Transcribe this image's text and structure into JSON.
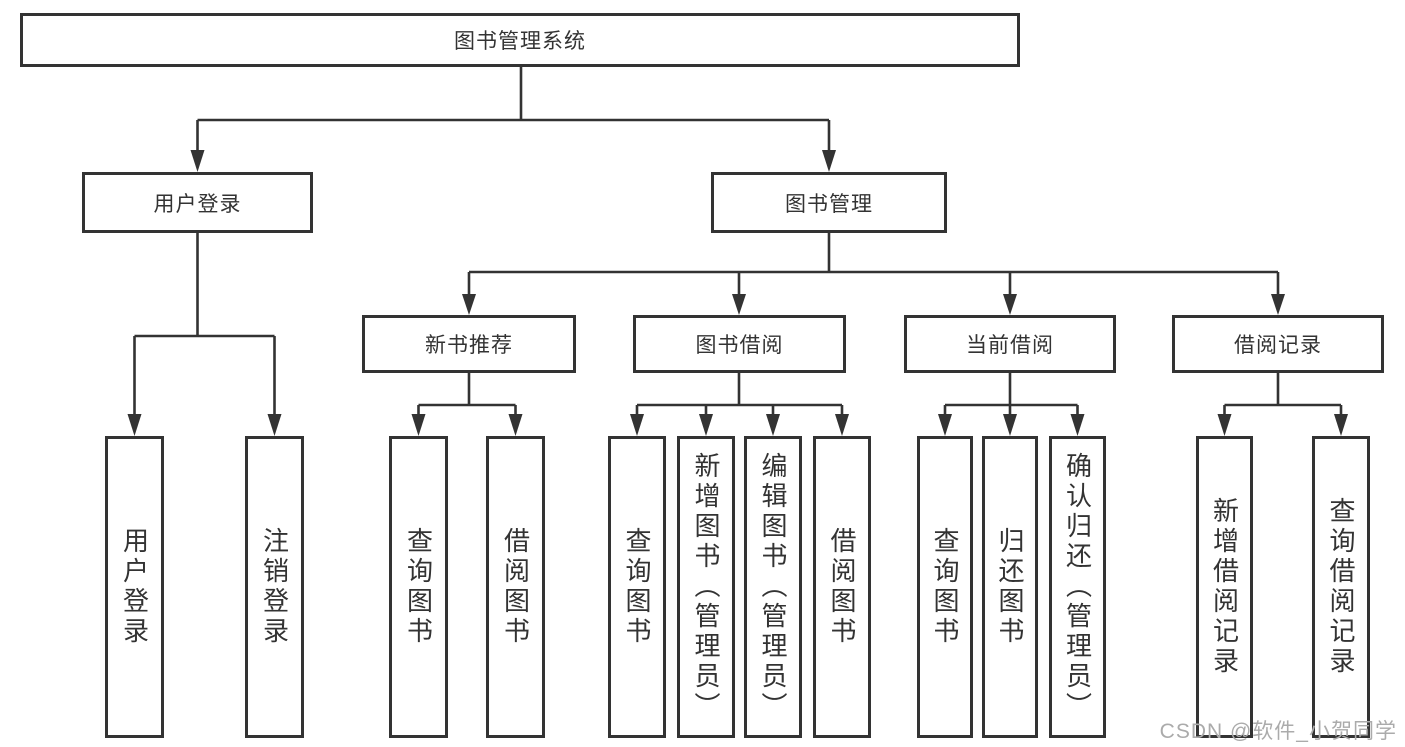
{
  "diagram": {
    "title": "图书管理系统",
    "root": {
      "label": "图书管理系统"
    },
    "level2": [
      {
        "label": "用户登录"
      },
      {
        "label": "图书管理"
      }
    ],
    "level3": [
      {
        "label": "新书推荐"
      },
      {
        "label": "图书借阅"
      },
      {
        "label": "当前借阅"
      },
      {
        "label": "借阅记录"
      }
    ],
    "leaves": {
      "user_login": [
        {
          "label": "用户登录"
        },
        {
          "label": "注销登录"
        }
      ],
      "new_book": [
        {
          "label": "查询图书"
        },
        {
          "label": "借阅图书"
        }
      ],
      "book_borrow": [
        {
          "label": "查询图书"
        },
        {
          "label": "新增图书（管理员）"
        },
        {
          "label": "编辑图书（管理员）"
        },
        {
          "label": "借阅图书"
        }
      ],
      "current_borrow": [
        {
          "label": "查询图书"
        },
        {
          "label": "归还图书"
        },
        {
          "label": "确认归还（管理员）"
        }
      ],
      "borrow_records": [
        {
          "label": "新增借阅记录"
        },
        {
          "label": "查询借阅记录"
        }
      ]
    }
  },
  "watermark": {
    "text": "CSDN @软件_小贺同学"
  },
  "colors": {
    "line": "#333333",
    "text": "#333333",
    "background": "#ffffff",
    "watermark": "#ababab"
  }
}
